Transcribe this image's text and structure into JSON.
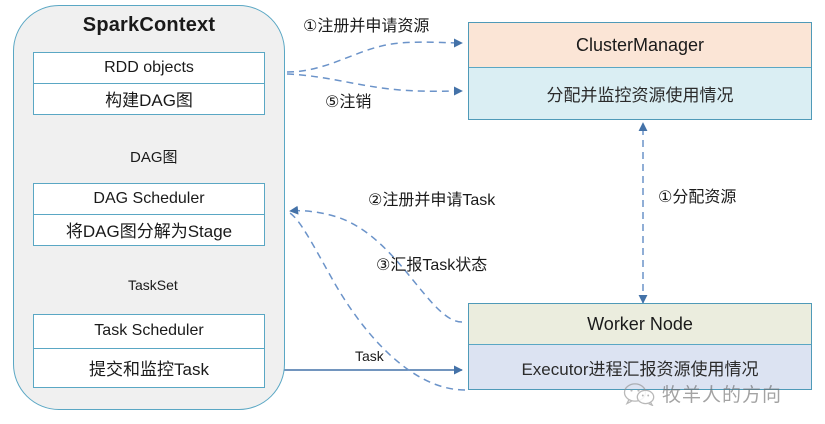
{
  "diagram": {
    "title": "SparkContext",
    "spark_context": {
      "label": "SparkContext",
      "boxes": [
        {
          "title": "RDD objects",
          "subtitle": "构建DAG图"
        },
        {
          "title": "DAG Scheduler",
          "subtitle": "将DAG图分解为Stage"
        },
        {
          "title": "Task Scheduler",
          "subtitle": "提交和监控Task"
        }
      ]
    },
    "cluster_manager": {
      "title": "ClusterManager",
      "subtitle": "分配并监控资源使用情况",
      "header_color": "#fbe5d6",
      "body_color": "#daeef3"
    },
    "worker_node": {
      "title": "Worker Node",
      "subtitle": "Executor进程汇报资源使用情况",
      "header_color": "#ebedde",
      "body_color": "#dce3f2"
    },
    "edges": {
      "dag_tu": "DAG图",
      "task_set": "TaskSet",
      "task": "Task",
      "register_and_request_resource": "①注册并申请资源",
      "unregister": "⑤注销",
      "register_and_request_task": "②注册并申请Task",
      "report_task_status": "③汇报Task状态",
      "allocate_resource": "①分配资源"
    },
    "colors": {
      "border_teal": "#5aa7c4",
      "arrow_solid": "#4472a8",
      "arrow_dashed": "#6b93c9",
      "container_fill": "#f0f0f0"
    },
    "watermark": {
      "text": "牧羊人的方向",
      "icon": "wechat-icon"
    }
  }
}
